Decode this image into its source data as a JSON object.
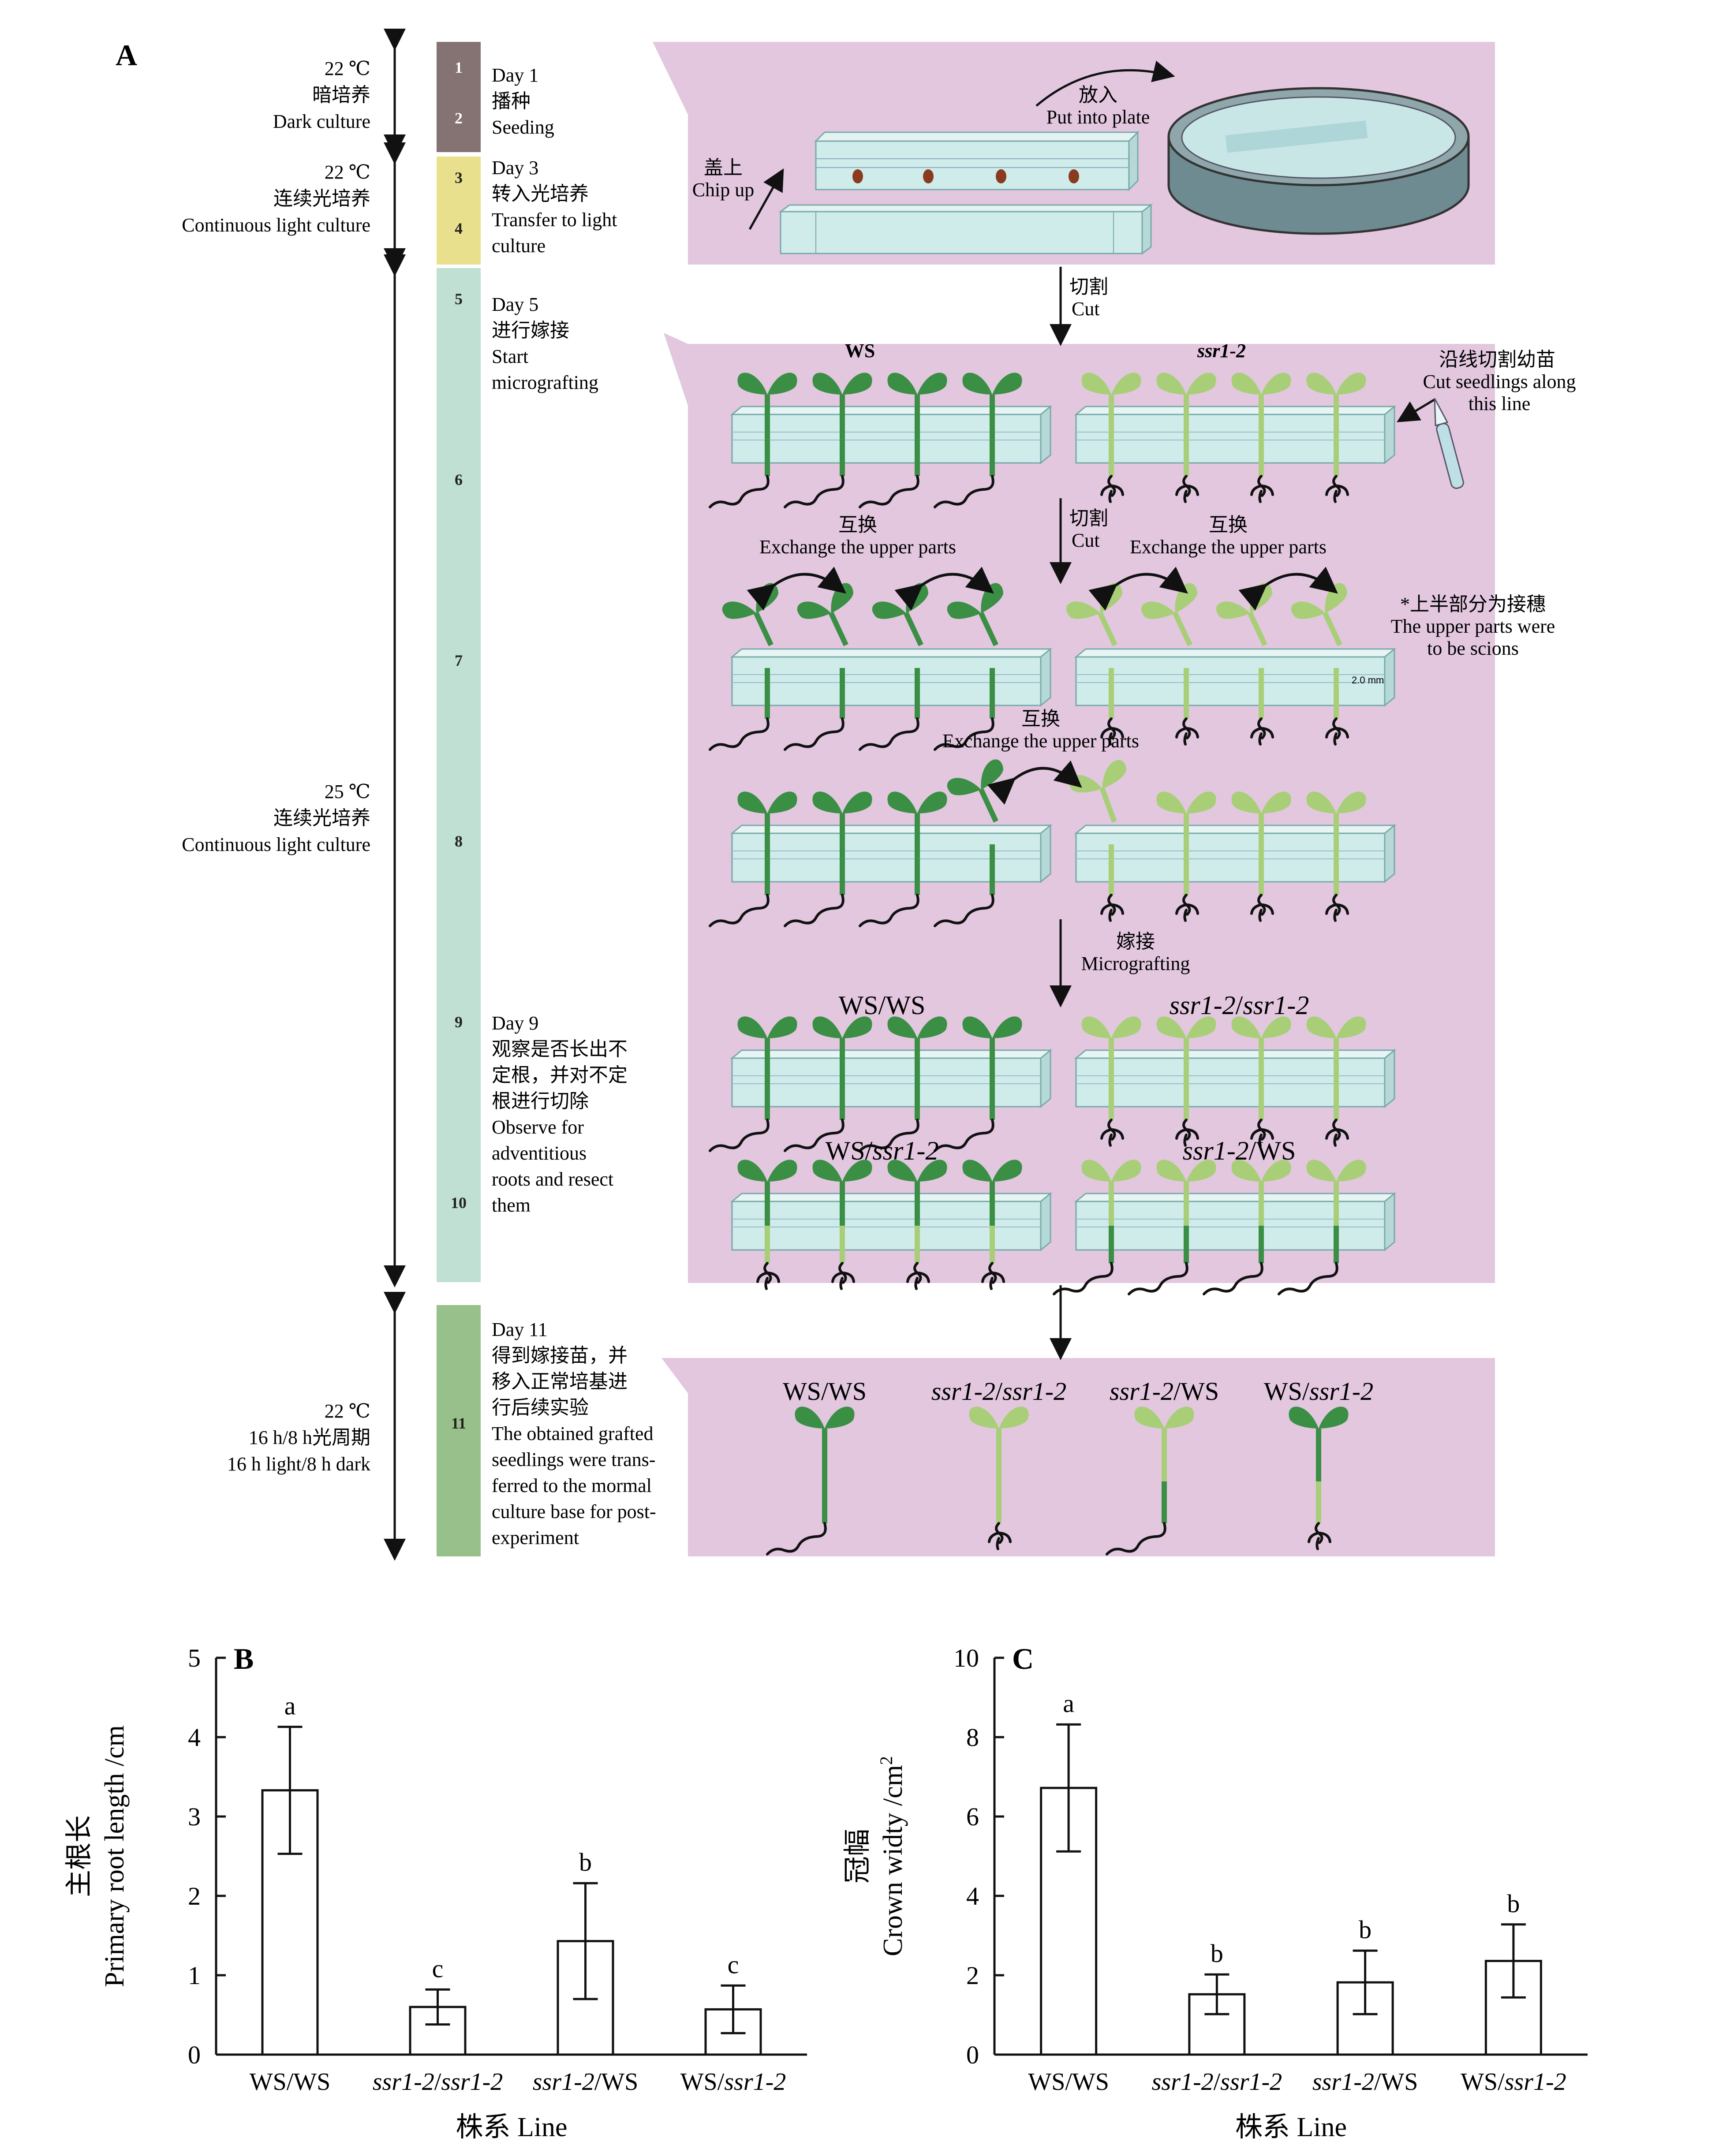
{
  "panelA": {
    "label": "A",
    "conditions": [
      {
        "temp": "22 ℃",
        "cn": "暗培养",
        "en": "Dark culture"
      },
      {
        "temp": "22 ℃",
        "cn": "连续光培养",
        "en": "Continuous light culture"
      },
      {
        "temp": "25 ℃",
        "cn": "连续光培养",
        "en": "Continuous light culture"
      },
      {
        "temp": "22 ℃",
        "cn": "16 h/8 h光周期",
        "en": "16 h light/8 h dark"
      }
    ],
    "day_numbers": [
      "1",
      "2",
      "3",
      "4",
      "5",
      "6",
      "7",
      "8",
      "9",
      "10",
      "11"
    ],
    "stage_colors": [
      "#857272",
      "#E8E08C",
      "#BFE0D2",
      "#98C08A"
    ],
    "stage_notes": [
      [
        "Day 1",
        "播种",
        "Seeding"
      ],
      [
        "Day 3",
        "转入光培养",
        "Transfer to light",
        "culture"
      ],
      [
        "Day 5",
        "进行嫁接",
        "Start",
        "micrografting"
      ],
      [
        "Day 9",
        "观察是否长出不",
        "定根，并对不定",
        "根进行切除",
        "Observe for",
        "adventitious",
        "roots and resect",
        "them"
      ],
      [
        "Day 11",
        "得到嫁接苗，并",
        "移入正常培基进",
        "行后续实验",
        "The obtained grafted",
        "seedlings were trans-",
        "ferred to the mormal",
        "culture base for post-",
        "experiment"
      ]
    ],
    "box1": {
      "chip_cn": "盖上",
      "chip_en": "Chip up",
      "plate_cn": "放入",
      "plate_en": "Put into plate"
    },
    "cut1": {
      "cn": "切割",
      "en": "Cut"
    },
    "box2": {
      "ws": "WS",
      "ssr": "ssr1-2",
      "cut_line_cn": "沿线切割幼苗",
      "cut_line_en1": "Cut seedlings along",
      "cut_line_en2": "this line",
      "cut_cn": "切割",
      "cut_en": "Cut",
      "exchange_cn": "互换",
      "exchange_en": "Exchange the upper parts",
      "scion_cn": "*上半部分为接穗",
      "scion_en1": "The upper parts were",
      "scion_en2": "to be scions",
      "mm_label": "2.0 mm",
      "graft_cn": "嫁接",
      "graft_en": "Micrografting",
      "combos": [
        [
          "WS/WS"
        ],
        [
          "ssr1-2/ssr1-2"
        ],
        [
          "WS/",
          "ssr1-2"
        ],
        [
          "ssr1-2",
          "/WS"
        ]
      ]
    },
    "final_labels": [
      [
        "WS/WS"
      ],
      [
        "ssr1-2/ssr1-2"
      ],
      [
        "ssr1-2",
        "/WS"
      ],
      [
        "WS/",
        "ssr1-2"
      ]
    ]
  },
  "colors": {
    "pink": "#E2C7DF",
    "chip": "#CFEBEA",
    "ws_green": "#3A8F45",
    "ssr_green": "#A8CF78"
  },
  "chart_data": [
    {
      "type": "bar",
      "panel": "B",
      "categories": [
        [
          "WS/WS"
        ],
        [
          "ssr1-2/ssr1-2"
        ],
        [
          "ssr1-2",
          "/WS"
        ],
        [
          "WS/",
          "ssr1-2"
        ]
      ],
      "values": [
        3.33,
        0.6,
        1.43,
        0.57
      ],
      "errors": [
        0.8,
        0.22,
        0.73,
        0.3
      ],
      "letters": [
        "a",
        "c",
        "b",
        "c"
      ],
      "ylim": [
        0,
        5
      ],
      "yticks": [
        "0",
        "1",
        "2",
        "3",
        "4",
        "5"
      ],
      "ylabel_cn": "主根长",
      "ylabel_en": "Primary root length /cm",
      "xlabel": "株系 Line"
    },
    {
      "type": "bar",
      "panel": "C",
      "categories": [
        [
          "WS/WS"
        ],
        [
          "ssr1-2/ssr1-2"
        ],
        [
          "ssr1-2",
          "/WS"
        ],
        [
          "WS/",
          "ssr1-2"
        ]
      ],
      "values": [
        6.72,
        1.52,
        1.82,
        2.36
      ],
      "errors": [
        1.6,
        0.5,
        0.8,
        0.92
      ],
      "letters": [
        "a",
        "b",
        "b",
        "b"
      ],
      "ylim": [
        0,
        10
      ],
      "yticks": [
        "0",
        "2",
        "4",
        "6",
        "8",
        "10"
      ],
      "ylabel_cn": "冠幅",
      "ylabel_en": "Crown widty /cm",
      "ylabel_sup": "2",
      "xlabel": "株系 Line"
    }
  ]
}
